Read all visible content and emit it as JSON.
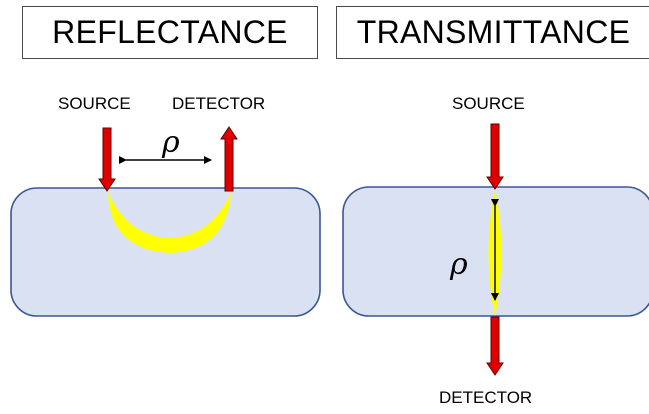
{
  "panels": {
    "reflectance": {
      "title": "REFLECTANCE",
      "source_label": "SOURCE",
      "detector_label": "DETECTOR",
      "distance_symbol": "ρ"
    },
    "transmittance": {
      "title": "TRANSMITTANCE",
      "source_label": "SOURCE",
      "detector_label": "DETECTOR",
      "distance_symbol": "ρ"
    }
  },
  "colors": {
    "tissue_fill": "#d9e1f2",
    "tissue_stroke": "#3a5793",
    "light_path": "#ffff00",
    "arrow_fill": "#e00000",
    "arrow_stroke": "#600000"
  }
}
